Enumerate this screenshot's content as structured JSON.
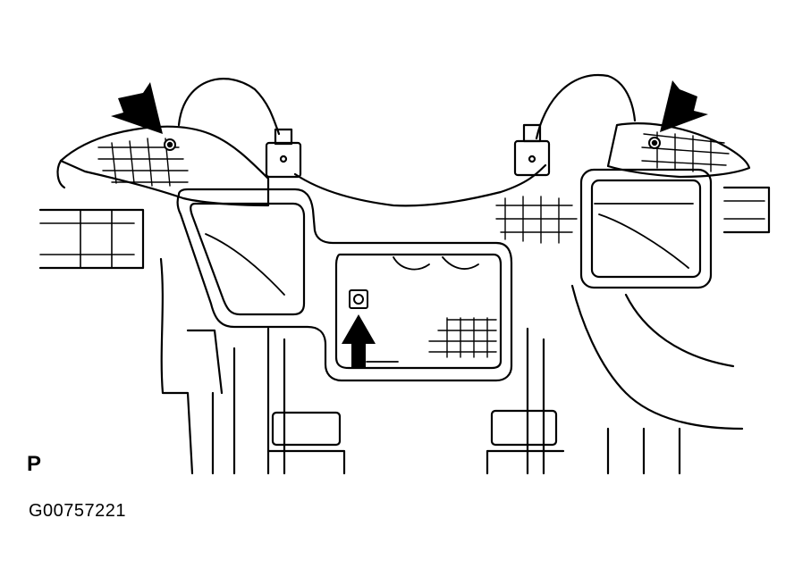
{
  "figure": {
    "view_label": "P",
    "figure_id": "G00757221"
  },
  "colors": {
    "ink": "#000000",
    "paper": "#ffffff"
  },
  "arrows": [
    {
      "name": "left-bolt-arrow",
      "direction": "down-right"
    },
    {
      "name": "center-bolt-arrow",
      "direction": "up"
    },
    {
      "name": "right-bolt-arrow",
      "direction": "down-left"
    }
  ]
}
